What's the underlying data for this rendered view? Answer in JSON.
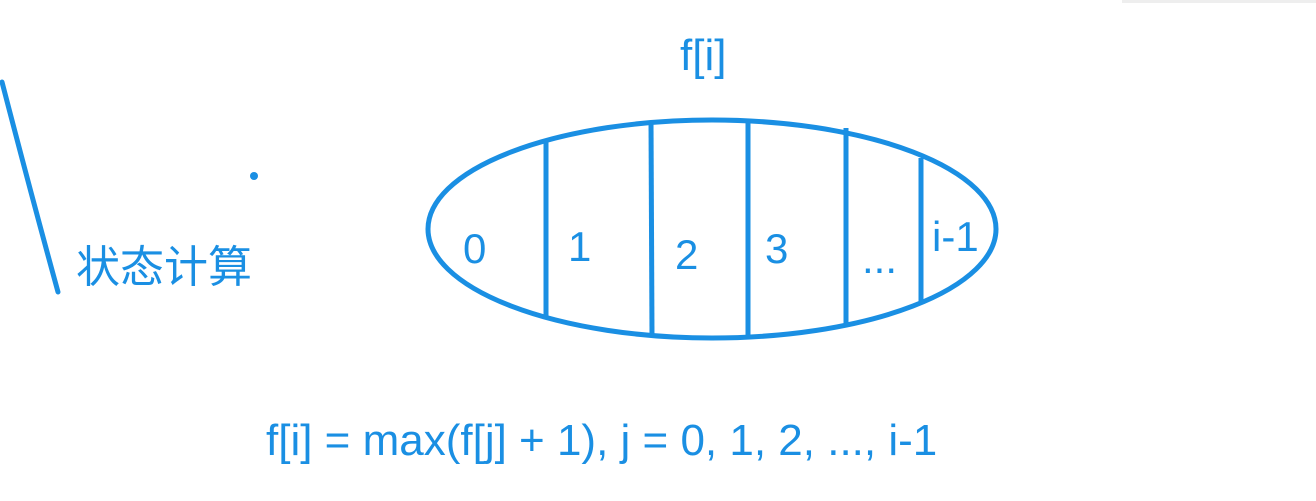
{
  "diagram": {
    "title": "f[i]",
    "side_label": "状态计算",
    "cells": [
      "0",
      "1",
      "2",
      "3",
      "...",
      "i-1"
    ],
    "formula": "f[i] = max(f[j] + 1), j = 0, 1, 2, ..., i-1",
    "accent_color": "#1a8fe3"
  }
}
